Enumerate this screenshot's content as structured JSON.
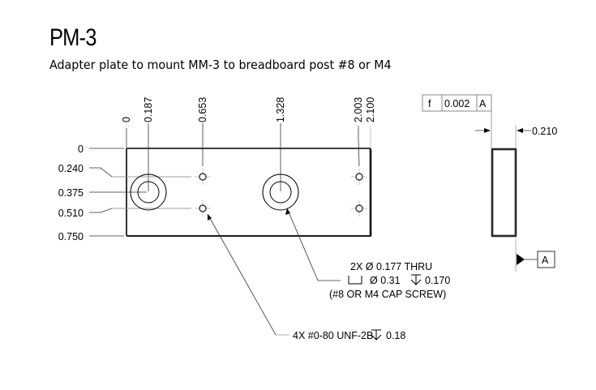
{
  "title": "PM-3",
  "subtitle": "Adapter plate to mount MM-3 to breadboard post #8 or M4",
  "front_view": {
    "x_dimensions": [
      "0",
      "0.187",
      "0.653",
      "1.328",
      "2.003",
      "2.100"
    ],
    "y_dimensions": [
      "0",
      "0.240",
      "0.375",
      "0.510",
      "0.750"
    ]
  },
  "callouts": {
    "counterbore": {
      "line1": "2X Ø 0.177 THRU",
      "line2_dia": "Ø  0.31",
      "line2_depth": "0.170",
      "line3": "(#8 OR M4 CAP SCREW)"
    },
    "tapped": {
      "text": "4X #0-80 UNF-2B",
      "depth": "0.18"
    }
  },
  "side_view": {
    "thickness": "0.210",
    "fcf_symbol": "f",
    "fcf_tolerance": "0.002",
    "fcf_datum": "A",
    "datum_label": "A"
  },
  "colors": {
    "line": "#000000",
    "thin_line": "#333333",
    "gray_line": "#b0b0b0",
    "shade": "#707070"
  }
}
